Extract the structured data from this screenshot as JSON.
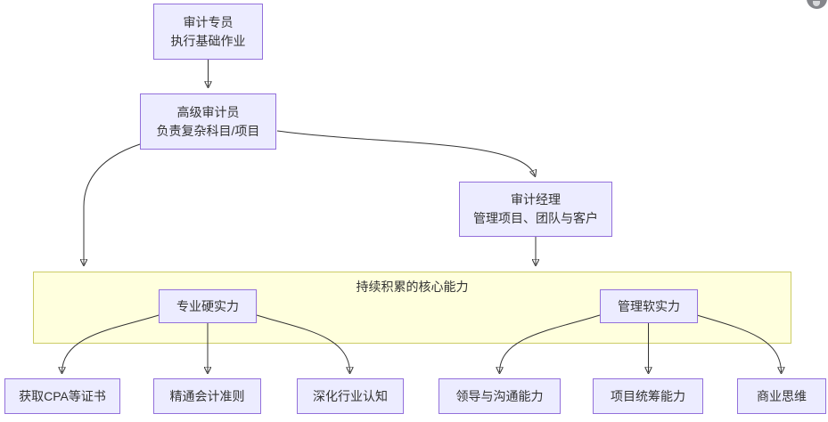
{
  "diagram": {
    "type": "flowchart",
    "container": {
      "title": "持续积累的核心能力"
    },
    "nodes": {
      "auditor": {
        "title": "审计专员",
        "subtitle": "执行基础作业"
      },
      "senior_auditor": {
        "title": "高级审计员",
        "subtitle": "负责复杂科目/项目"
      },
      "audit_manager": {
        "title": "审计经理",
        "subtitle": "管理项目、团队与客户"
      },
      "hard_skills": {
        "title": "专业硬实力"
      },
      "soft_skills": {
        "title": "管理软实力"
      },
      "cpa_cert": {
        "title": "获取CPA等证书"
      },
      "accounting_standards": {
        "title": "精通会计准则"
      },
      "industry_insight": {
        "title": "深化行业认知"
      },
      "leadership": {
        "title": "领导与沟通能力"
      },
      "project_coordination": {
        "title": "项目统筹能力"
      },
      "business_mindset": {
        "title": "商业思维"
      }
    },
    "colors": {
      "node_fill": "#ECECFF",
      "node_border": "#9370DB",
      "container_fill": "#FFFFDE",
      "container_border": "#CCCC66",
      "edge": "#333333",
      "text": "#333333"
    }
  }
}
